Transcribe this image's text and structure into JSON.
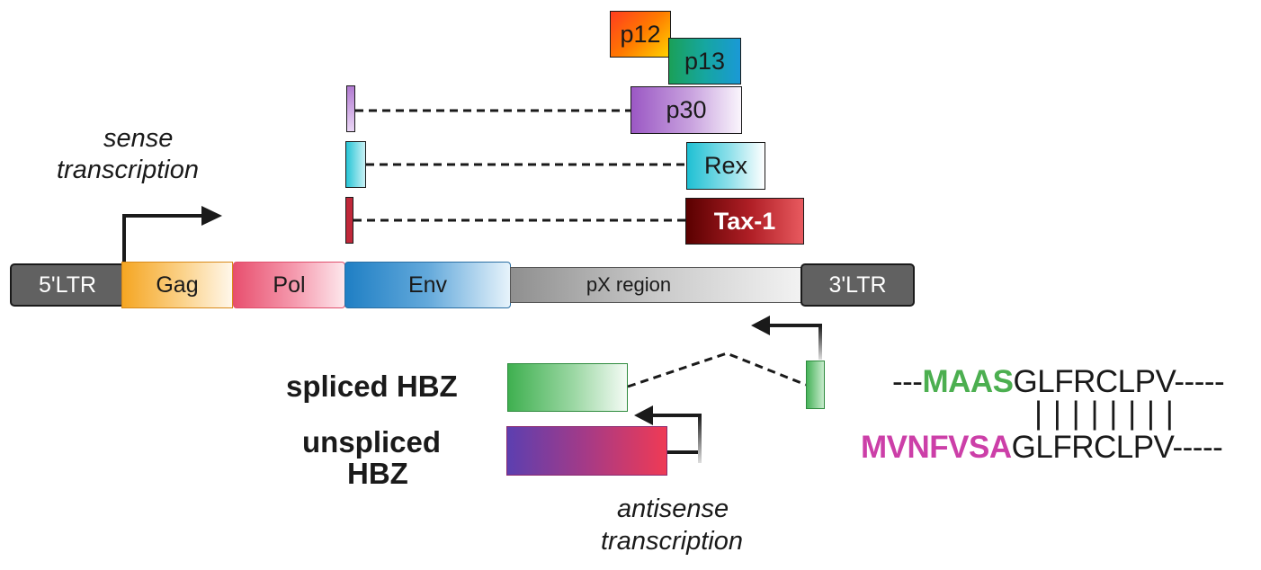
{
  "genome": {
    "ltr5": "5'LTR",
    "gag": "Gag",
    "pol": "Pol",
    "env": "Env",
    "px_region": "pX region",
    "ltr3": "3'LTR"
  },
  "sense": {
    "line1": "sense",
    "line2": "transcription"
  },
  "antisense": {
    "line1": "antisense",
    "line2": "transcription"
  },
  "accessory_proteins": {
    "p12": "p12",
    "p13": "p13",
    "p30": "p30",
    "rex": "Rex",
    "tax1": "Tax-1"
  },
  "hbz": {
    "spliced": "spliced HBZ",
    "unspliced_line1": "unspliced",
    "unspliced_line2": "HBZ"
  },
  "sequences": {
    "spliced": {
      "prefix": "---",
      "highlight": "MAAS",
      "common": "GLFRCLPV",
      "suffix": "-----"
    },
    "bars": "| | | | | | | |",
    "unspliced": {
      "prefix": "",
      "highlight": "MVNFVSA",
      "common": "GLFRCLPV",
      "suffix": "-----"
    }
  },
  "colors": {
    "ltr": "#616161",
    "gag": "#f5a623",
    "pol": "#e8506f",
    "env": "#2a8fd1",
    "px_region": "#9e9e9e",
    "signal": "#9c1c1c",
    "p12": "#ff6b00",
    "p13": "#18a05e",
    "p30": "#9b58c4",
    "rex": "#26c5d6",
    "tax1": "#6b0000",
    "spliced_hbz": "#3fb050",
    "unspliced_hbz": "#6a3fb0",
    "highlight_green": "#4caf50",
    "highlight_magenta": "#cc3fa8"
  }
}
